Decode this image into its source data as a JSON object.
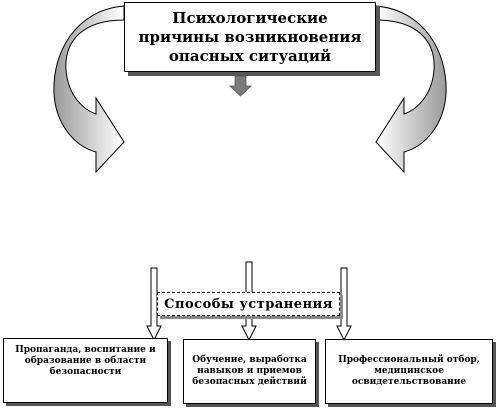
{
  "title": "Психологические причины возникновения опасных ситуаций",
  "methods_label": "Способы устранения",
  "boxes": {
    "left": "Пропаганда, воспитание и образование в области безопасности",
    "middle": "Обучение, выработка навыков и приемов безопасных действий",
    "right": "Профессиональный отбор, медицинское освидетельствование"
  },
  "colors": {
    "border": "#000000",
    "shadow": "#555555",
    "arrow_fill": "#ffffff",
    "block_arrow_fill": "#7a7a7a"
  },
  "icons": {
    "curved_arrows": "curved-arrow-icon",
    "down_arrows": "down-arrow-icon"
  }
}
